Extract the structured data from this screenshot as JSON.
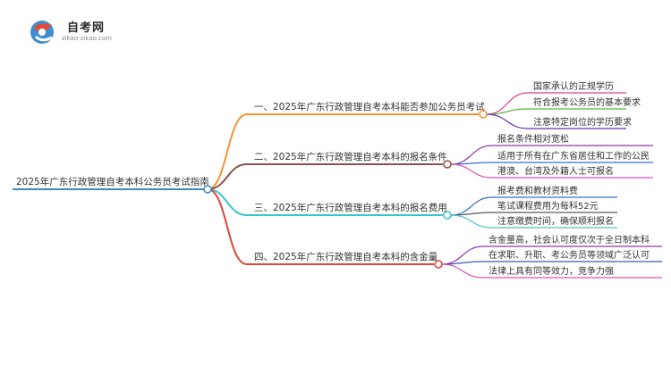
{
  "logo": {
    "title": "自考网",
    "url": "zikao-zikao.com"
  },
  "colors": {
    "root": "#3a8cc4",
    "branch1": "#f29433",
    "branch2": "#8c4f48",
    "branch3": "#39c4cf",
    "branch4": "#d9463d",
    "leaf1": "#dc3d8a",
    "leaf2": "#5cb33a",
    "leaf3": "#5f2fb2",
    "leaf4": "#8c3aa8",
    "leaf5": "#356fc3",
    "leaf6": "#dd4fb9",
    "leaf7": "#5a5a5a",
    "leaf8": "#4cc2c7",
    "leaf9": "#3a5bb0"
  },
  "mindmap": {
    "root": "2025年广东行政管理自考本科公务员考试指南",
    "branches": [
      {
        "label": "一、2025年广东行政管理自考本科能否参加公务员考试",
        "leaves": [
          "国家承认的正规学历",
          "符合报考公务员的基本要求",
          "注意特定岗位的学历要求"
        ]
      },
      {
        "label": "二、2025年广东行政管理自考本科的报名条件",
        "leaves": [
          "报名条件相对宽松",
          "适用于所有在广东省居住和工作的公民",
          "港澳、台湾及外籍人士可报名"
        ]
      },
      {
        "label": "三、2025年广东行政管理自考本科的报名费用",
        "leaves": [
          "报考费和教材资料费",
          "笔试课程费用为每科52元",
          "注意缴费时间，确保顺利报名"
        ]
      },
      {
        "label": "四、2025年广东行政管理自考本科的含金量",
        "leaves": [
          "含金量高，社会认可度仅次于全日制本科",
          "在求职、升职、考公务员等领域广泛认可",
          "法律上具有同等效力，竞争力强"
        ]
      }
    ]
  }
}
